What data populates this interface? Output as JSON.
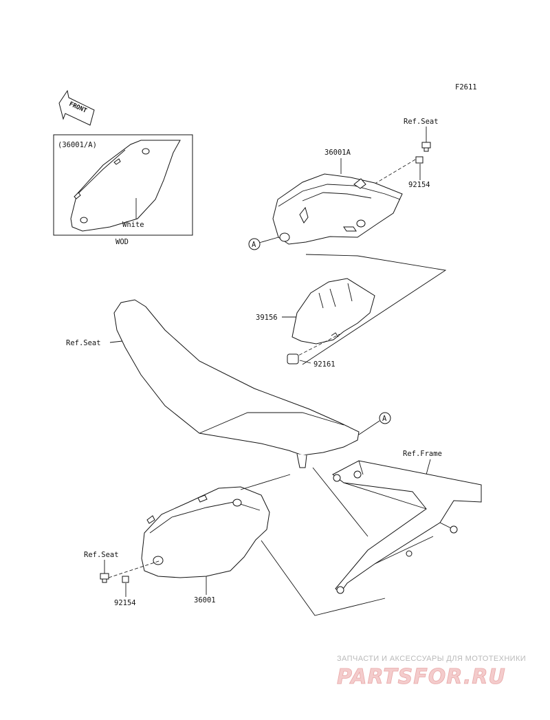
{
  "figure_code": "F2611",
  "front_arrow_label": "FRONT",
  "inset": {
    "part_ref": "(36001/A)",
    "color_label": "White",
    "variant_label": "WOD"
  },
  "callouts": {
    "ref_seat_top": "Ref.Seat",
    "p36001A": "36001A",
    "p92154_top": "92154",
    "ref_a_top": "A",
    "p39156": "39156",
    "p92161": "92161",
    "ref_seat_mid": "Ref.Seat",
    "ref_a_mid": "A",
    "ref_frame": "Ref.Frame",
    "ref_seat_bottom": "Ref.Seat",
    "p92154_bottom": "92154",
    "p36001": "36001"
  },
  "watermark": {
    "tagline": "ЗАПЧАСТИ И АКСЕССУАРЫ ДЛЯ МОТОТЕХНИКИ",
    "brand": "PARTSFOR.RU"
  }
}
